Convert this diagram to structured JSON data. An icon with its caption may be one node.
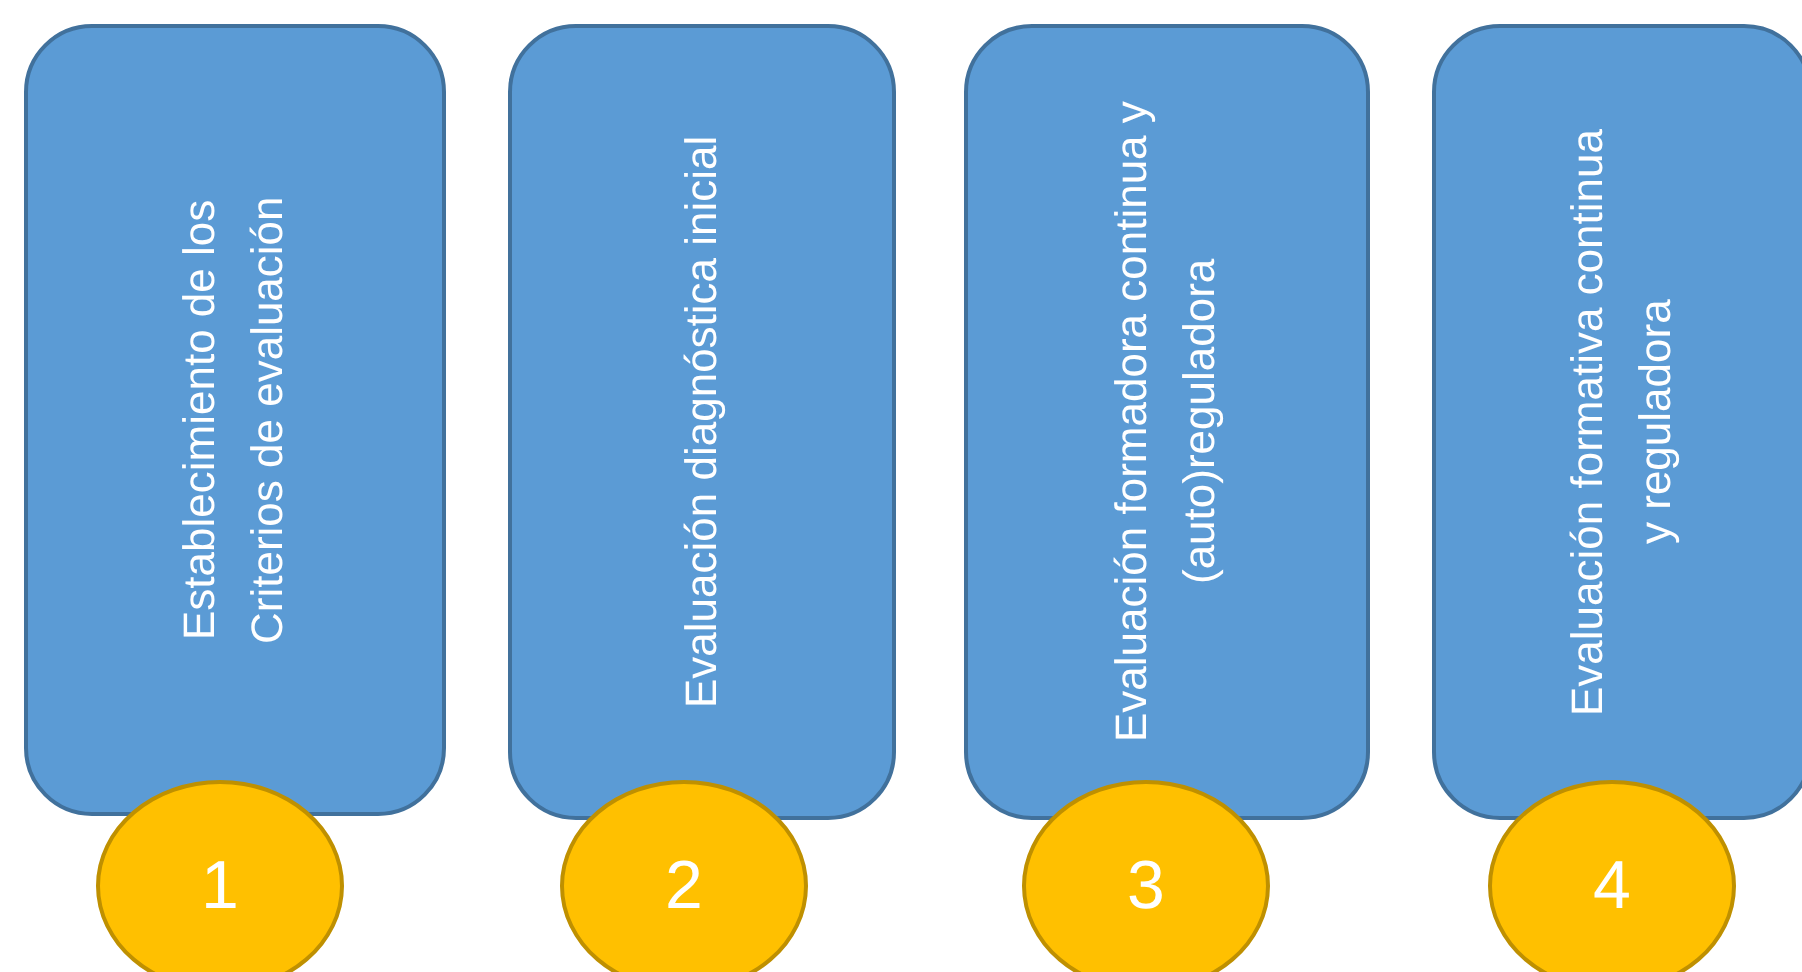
{
  "diagram": {
    "nodes": [
      {
        "text": [
          "Establecimiento de los Criterios de evaluación"
        ]
      },
      {
        "text": [
          "1"
        ]
      },
      {
        "text": [
          "Evaluación diagnóstica inicial"
        ]
      },
      {
        "text": [
          "2"
        ]
      },
      {
        "text": [
          "Evaluación formadora continua y (auto)reguladora"
        ]
      },
      {
        "text": [
          "3"
        ]
      },
      {
        "text": [
          "Evaluación formativa continua y reguladora"
        ]
      },
      {
        "text": [
          "4"
        ]
      }
    ]
  }
}
